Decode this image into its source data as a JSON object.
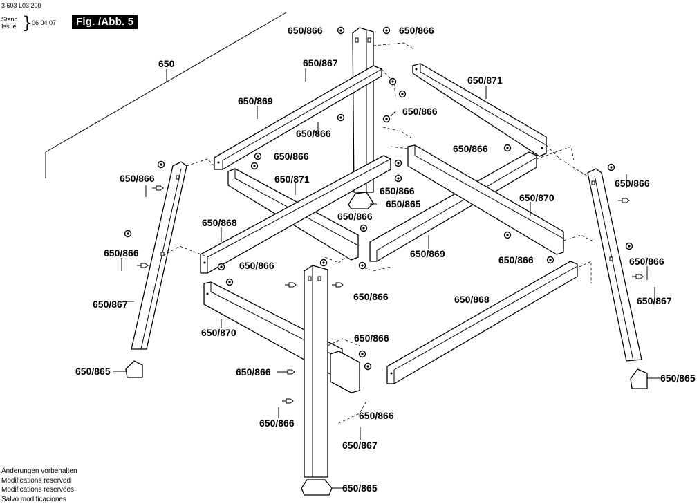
{
  "header": {
    "doc_number": "3 603 L03 200",
    "stand_label": "Stand",
    "issue_label": "Issue",
    "date": "06 04 07",
    "figure": "Fig. /Abb. 5"
  },
  "notes": [
    "Änderungen vorbehalten",
    "Modifications reserved",
    "Modifications reservées",
    "Salvo modificaciones"
  ],
  "parts": {
    "p650": "650",
    "p865": "650/865",
    "p866": "650/866",
    "p867": "650/867",
    "p868": "650/868",
    "p869": "650/869",
    "p870": "650/870",
    "p871": "650/871"
  }
}
